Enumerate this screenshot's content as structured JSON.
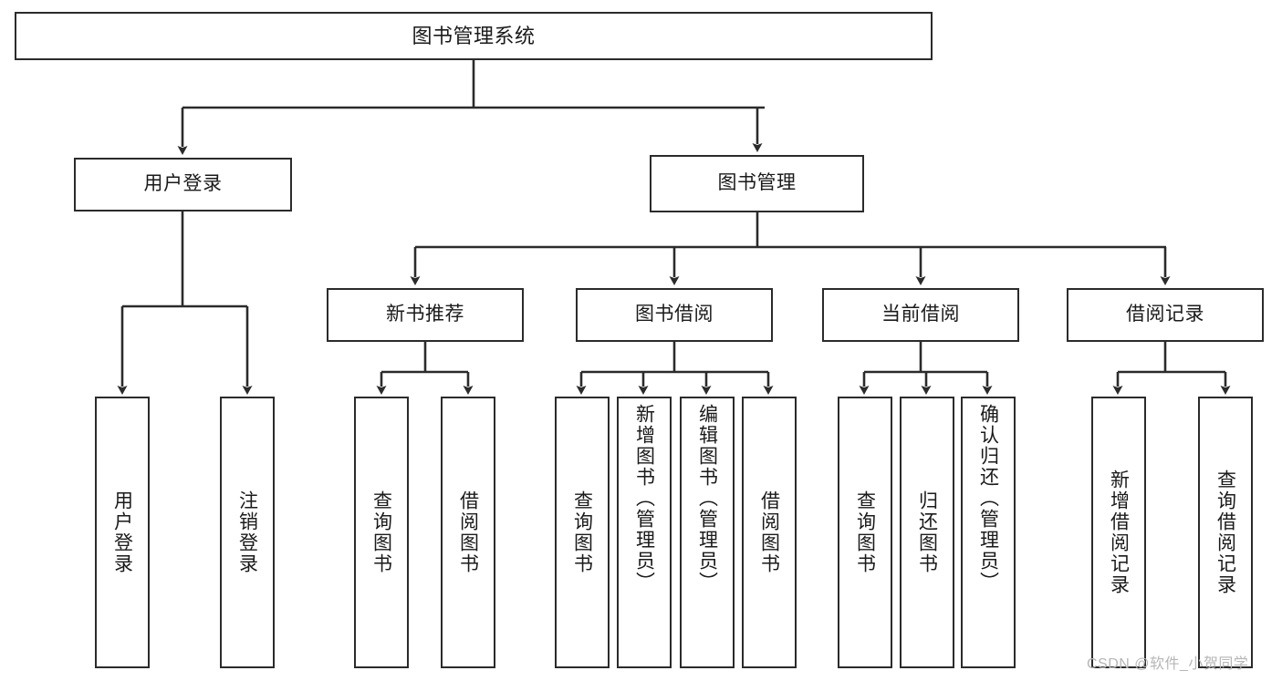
{
  "diagram": {
    "type": "hierarchy-tree",
    "title": "图书管理系统",
    "line_color": "#2b2b2b",
    "box_fill": "#ffffff",
    "text_color": "#1a1a1a",
    "nodes": {
      "root": {
        "label": "图书管理系统"
      },
      "level2": [
        {
          "label": "用户登录"
        },
        {
          "label": "图书管理"
        }
      ],
      "level3": [
        {
          "label": "新书推荐"
        },
        {
          "label": "图书借阅"
        },
        {
          "label": "当前借阅"
        },
        {
          "label": "借阅记录"
        }
      ],
      "leaves": {
        "user_login": [
          {
            "label": "用户登录"
          },
          {
            "label": "注销登录"
          }
        ],
        "new_book_recommend": [
          {
            "label": "查询图书"
          },
          {
            "label": "借阅图书"
          }
        ],
        "book_borrow": [
          {
            "label": "查询图书"
          },
          {
            "label": "新增图书（管理员）"
          },
          {
            "label": "编辑图书（管理员）"
          },
          {
            "label": "借阅图书"
          }
        ],
        "current_borrow": [
          {
            "label": "查询图书"
          },
          {
            "label": "归还图书"
          },
          {
            "label": "确认归还（管理员）"
          }
        ],
        "borrow_record": [
          {
            "label": "新增借阅记录"
          },
          {
            "label": "查询借阅记录"
          }
        ]
      }
    }
  },
  "watermark": {
    "text": "CSDN @软件_小贺同学"
  }
}
